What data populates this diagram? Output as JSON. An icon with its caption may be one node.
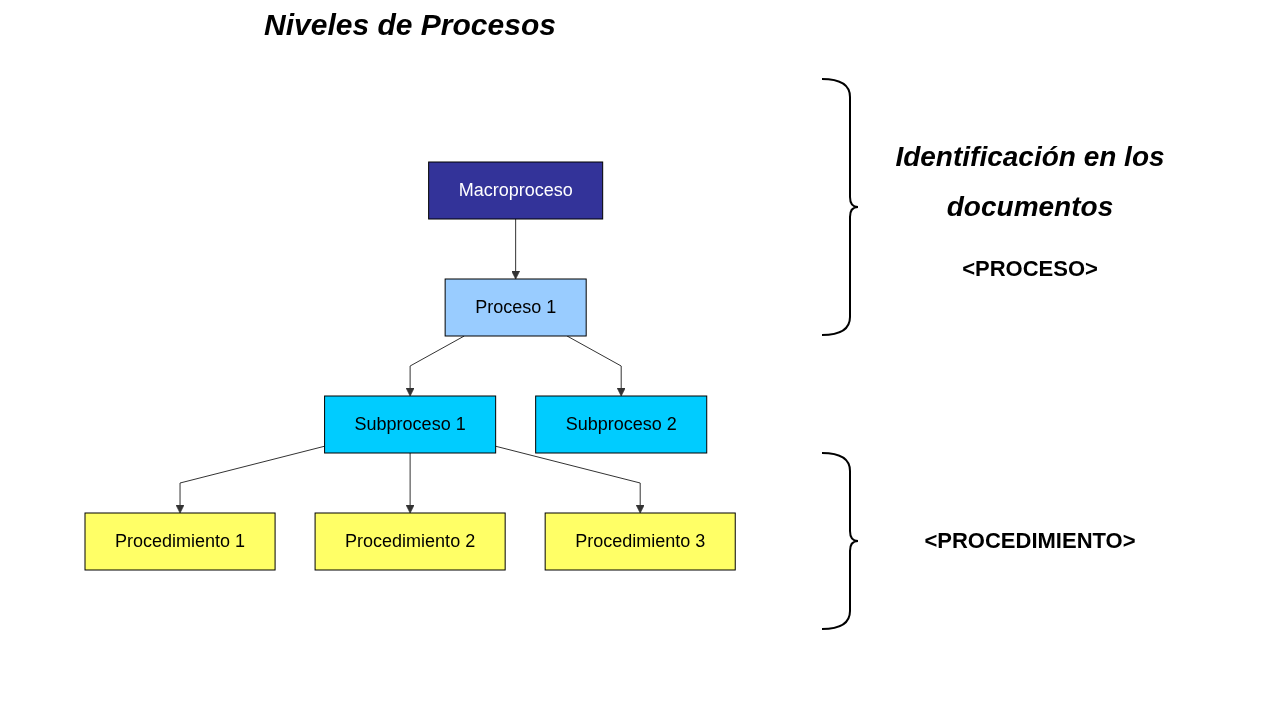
{
  "diagram": {
    "title": "Niveles de Procesos",
    "nodes": [
      {
        "text": [
          "Macroproceso"
        ]
      },
      {
        "text": [
          "Proceso 1"
        ]
      },
      {
        "text": [
          "Subproceso 1"
        ]
      },
      {
        "text": [
          "Subproceso 2"
        ]
      },
      {
        "text": [
          "Procedimiento 1"
        ]
      },
      {
        "text": [
          "Procedimiento 2"
        ]
      },
      {
        "text": [
          "Procedimiento 3"
        ]
      }
    ],
    "edges": [
      {
        "from": 0,
        "to": 1,
        "arrow": "to"
      },
      {
        "from": 1,
        "to": 2,
        "arrow": "to"
      },
      {
        "from": 1,
        "to": 3,
        "arrow": "to"
      },
      {
        "from": 2,
        "to": 4,
        "arrow": "to"
      },
      {
        "from": 2,
        "to": 5,
        "arrow": "to"
      },
      {
        "from": 2,
        "to": 6,
        "arrow": "to"
      }
    ],
    "labels": [
      "Identificación en los documentos",
      "<PROCESO>",
      "<PROCEDIMIENTO>"
    ]
  }
}
